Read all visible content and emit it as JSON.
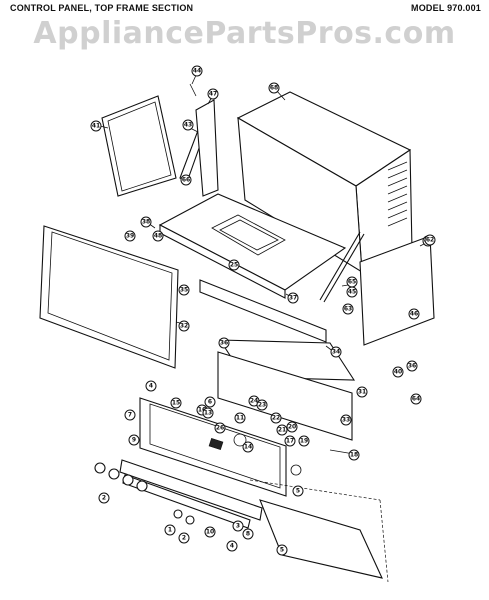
{
  "header": {
    "title": "CONTROL PANEL, TOP FRAME SECTION",
    "model": "MODEL 970.001"
  },
  "watermark": {
    "text": "AppliancePartsPros.com"
  },
  "callouts": [
    "44",
    "41",
    "47",
    "43",
    "68",
    "66",
    "42",
    "65",
    "38",
    "39",
    "48",
    "25",
    "37",
    "46",
    "45",
    "35",
    "63",
    "62",
    "32",
    "40",
    "36",
    "34",
    "31",
    "64",
    "36",
    "33",
    "4",
    "7",
    "15",
    "16",
    "24",
    "22",
    "23",
    "21",
    "20",
    "11",
    "26",
    "19",
    "17",
    "18",
    "6",
    "13",
    "14",
    "5",
    "9",
    "2",
    "1",
    "2",
    "10",
    "3",
    "4",
    "8",
    "5"
  ]
}
